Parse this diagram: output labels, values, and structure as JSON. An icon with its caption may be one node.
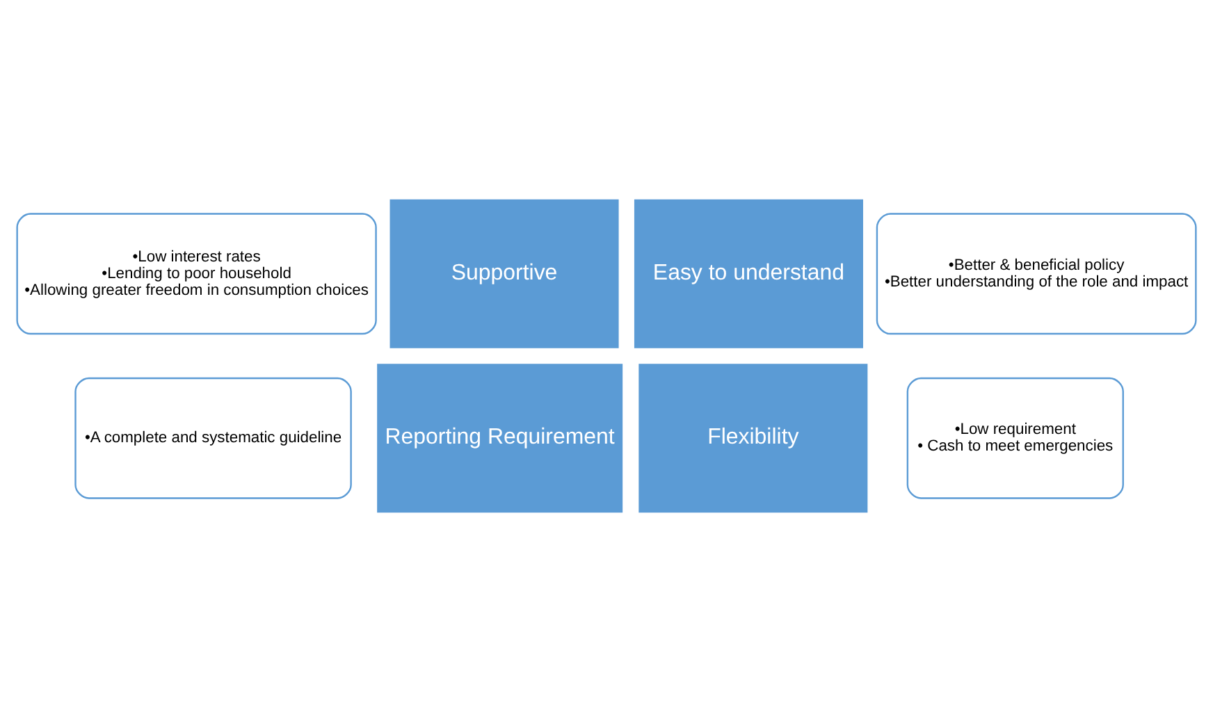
{
  "diagram": {
    "nodes": [
      {
        "text": [
          "•Low interest rates",
          "•Lending to poor household",
          "•Allowing greater freedom in consumption choices"
        ]
      },
      {
        "text": [
          "•Better & beneficial policy",
          "•Better understanding of the role and impact"
        ]
      },
      {
        "text": [
          "Supportive"
        ]
      },
      {
        "text": [
          "Easy to understand"
        ]
      },
      {
        "text": [
          "Reporting Requirement"
        ]
      },
      {
        "text": [
          "Flexibility"
        ]
      },
      {
        "text": [
          "•A complete and systematic guideline"
        ]
      },
      {
        "text": [
          "•Low requirement",
          "• Cash to meet emergencies"
        ]
      }
    ]
  }
}
